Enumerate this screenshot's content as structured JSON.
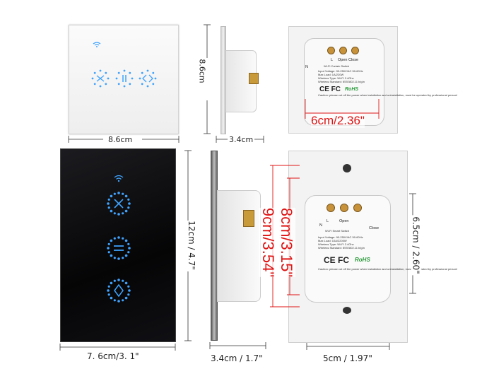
{
  "top_row": {
    "front_width_label": "8.6cm",
    "front_height_label": "8.6cm",
    "side_depth_label": "3.4cm",
    "back_box_label": "6cm/2.36\"",
    "back_terminals": {
      "n": "N",
      "l": "L",
      "open_close": "Open Close"
    },
    "back_title": "Wi-Fi Curtain Switch",
    "back_specs": [
      "Input Voltage: 90-250V/AC 50-60Hz",
      "Max Load: 1A/220W",
      "Wireless Type: Wi-Fi 2.4Ghz",
      "Wireless Standard: IEEE802.11 b/g/n"
    ],
    "back_cert": "CE FC",
    "back_rohs": "RoHS",
    "back_caution": "Caution: please cut off the power when installation and uninstallation, must be operated by professional person!"
  },
  "bottom_row": {
    "front_width_label": "7. 6cm/3. 1\"",
    "front_height_label": "12cm / 4.7\"",
    "side_depth_label": "3.4cm / 1.7\"",
    "back_height_label_1": "9cm/3.54\"",
    "back_height_label_2": "8cm/3.15\"",
    "back_box_height_label": "6.5cm / 2.60\"",
    "back_box_width_label": "5cm / 1.97\"",
    "back_terminals": {
      "n": "N",
      "l": "L",
      "open": "Open",
      "close": "Close"
    },
    "back_title": "Wi-Fi Smart Switch",
    "back_specs": [
      "Input Voltage: 90-250V/AC 50-60Hz",
      "Max Load: 10A/2200W",
      "Wireless Type: Wi-Fi 2.4Ghz",
      "Wireless Standard: IEEE802.11 b/g/n"
    ],
    "back_cert": "CE FC",
    "back_rohs": "RoHS",
    "back_caution": "Caution: please cut off the power when installation and uninstallation, must be operated by professional person!"
  },
  "colors": {
    "accent_red": "#e01414",
    "led_blue": "#3fa3ff",
    "panel_white": "#f6f6f6",
    "panel_black": "#0b0b0d"
  }
}
